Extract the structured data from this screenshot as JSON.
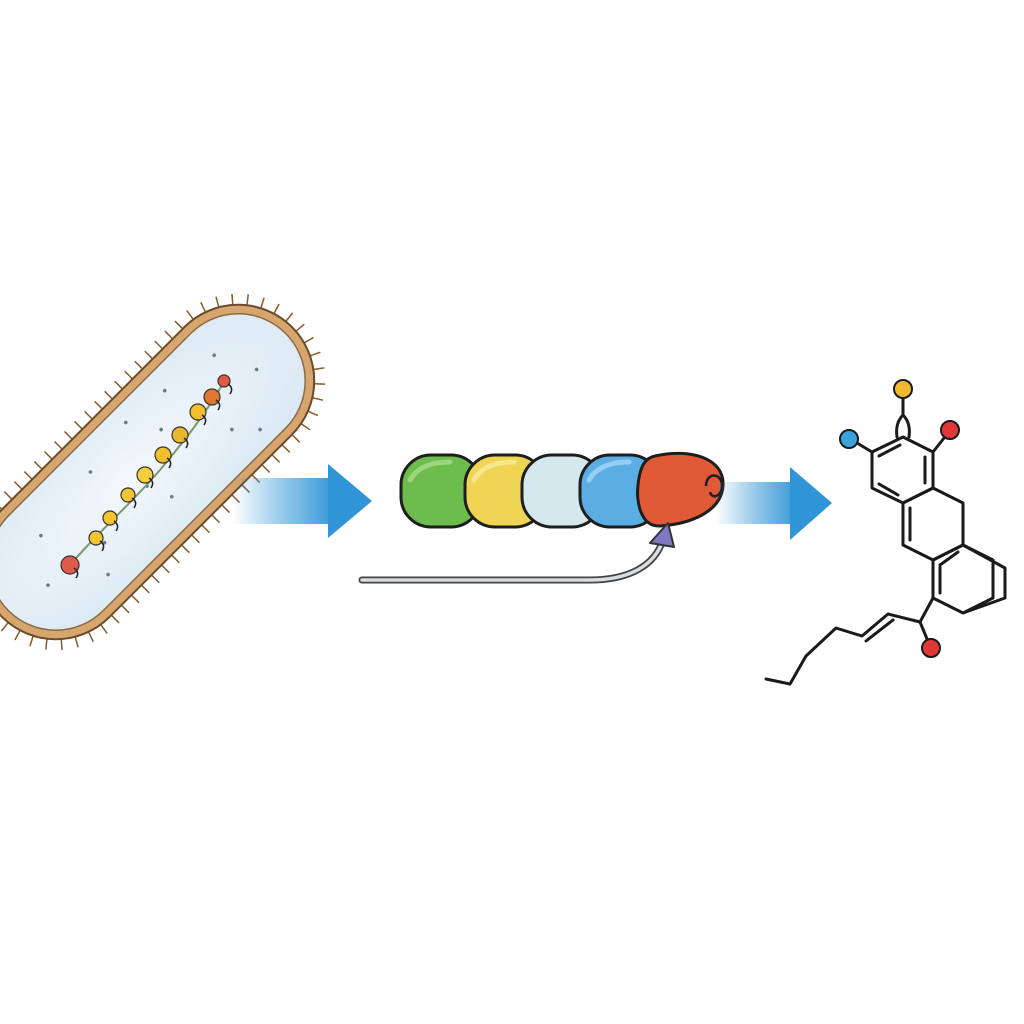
{
  "diagram": {
    "background": "#ffffff",
    "stages": [
      {
        "id": "bacterium",
        "name": "bacterial-cell"
      },
      {
        "id": "assembly",
        "name": "enzyme-module-chain"
      },
      {
        "id": "product",
        "name": "polyketide-molecule"
      }
    ],
    "colors": {
      "arrow": "#2f95d6",
      "cell_wall": "#d7a66e",
      "cell_fill": "#e6f0f8",
      "gene_beads": [
        "#e55a4d",
        "#f2c531",
        "#f6cf3d",
        "#f2bf2c",
        "#e8b92e",
        "#e2782f",
        "#e05b47"
      ],
      "modules": [
        "#6cbd4d",
        "#f0d453",
        "#d4e8ee",
        "#5aaee3",
        "#e05a36"
      ],
      "curved_arrow": "#7f78c0",
      "atom_orange": "#f2b830",
      "atom_red": "#e03838",
      "atom_blue": "#3aa3dc"
    }
  }
}
